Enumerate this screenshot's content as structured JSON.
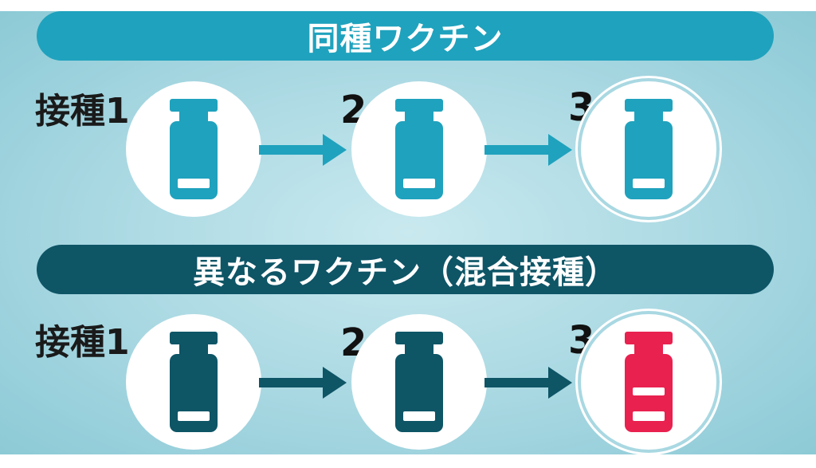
{
  "same": {
    "title": "同種ワクチン",
    "dose_label": "接種",
    "doses": [
      "1",
      "2",
      "3"
    ],
    "vial_colors": [
      "#1fa2bd",
      "#1fa2bd",
      "#1fa2bd"
    ]
  },
  "mixed": {
    "title": "異なるワクチン（混合接種）",
    "dose_label": "接種",
    "doses": [
      "1",
      "2",
      "3"
    ],
    "vial_colors": [
      "#0e5566",
      "#0e5566",
      "#e8214f"
    ]
  },
  "colors": {
    "same_banner": "#1fa2bd",
    "mixed_banner": "#0e5566",
    "same_arrow": "#1fa2bd",
    "mixed_arrow": "#0e5566",
    "highlight_vial": "#e8214f"
  },
  "icons": {
    "vial": "vial-icon",
    "arrow": "arrow-right-icon"
  }
}
